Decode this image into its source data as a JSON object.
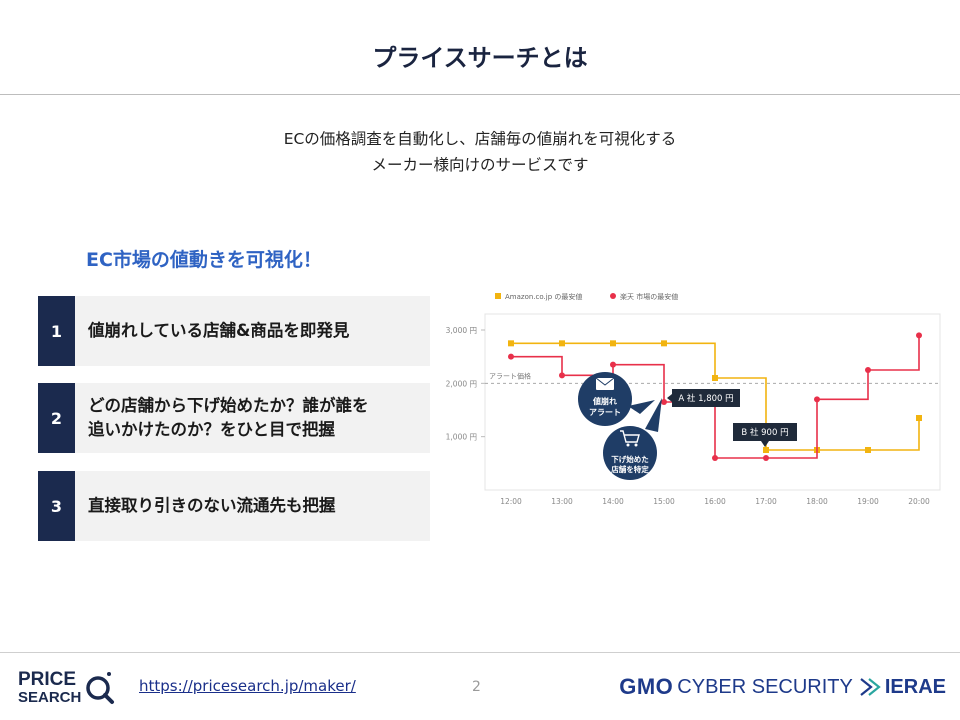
{
  "slide": {
    "title": "プライスサーチとは",
    "lead_line1": "ECの価格調査を自動化し、店舗毎の値崩れを可視化する",
    "lead_line2": "メーカー様向けのサービスです",
    "subhead": "EC市場の値動きを可視化！",
    "features": [
      {
        "num": "1",
        "line1": "値崩れしている店舗&商品を即発見",
        "line2": ""
      },
      {
        "num": "2",
        "line1": "どの店舗から下げ始めたか？誰が誰を",
        "line2": "追いかけたのか？をひと目で把握"
      },
      {
        "num": "3",
        "line1": "直接取り引きのない流通先も把握",
        "line2": ""
      }
    ]
  },
  "chart_data": {
    "type": "line",
    "x": [
      "12:00",
      "13:00",
      "14:00",
      "15:00",
      "16:00",
      "17:00",
      "18:00",
      "19:00",
      "20:00"
    ],
    "ylim": [
      0,
      3300
    ],
    "yticks": [
      1000,
      2000,
      3000
    ],
    "ytick_labels": [
      "1,000 円",
      "2,000 円",
      "3,000 円"
    ],
    "series": [
      {
        "name": "Amazon.co.jp の最安値",
        "color": "#f2b410",
        "values": [
          2750,
          2750,
          2750,
          2750,
          2100,
          750,
          750,
          750,
          1350
        ]
      },
      {
        "name": "楽天 市場の最安値",
        "color": "#e8304a",
        "values": [
          2500,
          2150,
          2350,
          1650,
          600,
          600,
          1700,
          2250,
          2900
        ]
      }
    ],
    "alert": {
      "label": "アラート価格",
      "value": 2000
    },
    "annotations": [
      {
        "text": "A 社 1,800 円"
      },
      {
        "text": "B 社 900 円"
      }
    ],
    "bubbles": [
      {
        "line1": "値崩れ",
        "line2": "アラート"
      },
      {
        "line1": "下げ始めた",
        "line2": "店舗を特定"
      }
    ]
  },
  "footer": {
    "logo_line1": "PRICE",
    "logo_line2": "SEARCH",
    "url": "https://pricesearch.jp/maker/",
    "page_number": "2",
    "gmo": "GMO",
    "cyber": "CYBER SECURITY",
    "ierae": "IERAE"
  }
}
